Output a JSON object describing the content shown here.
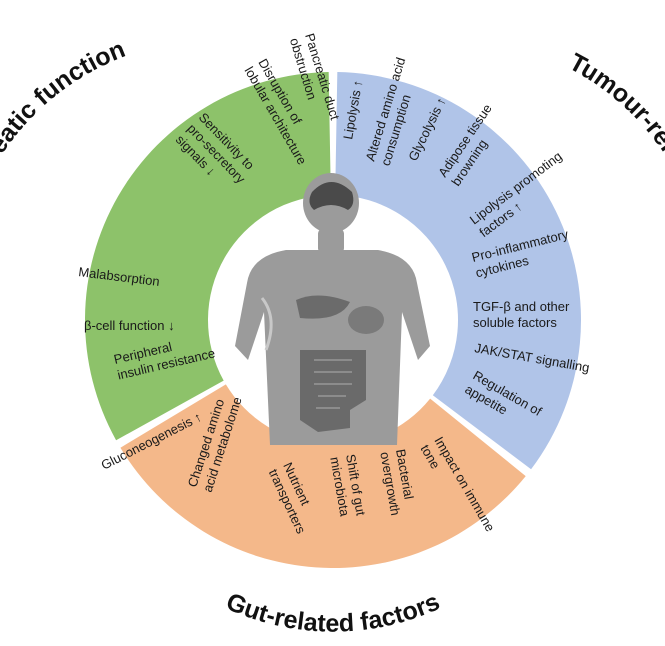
{
  "segments": {
    "pancreatic": {
      "title": "Factors related to pancreatic function",
      "color": "#8dc26a",
      "items": [
        [
          "Pancreatic duct",
          "obstruction"
        ],
        [
          "Disruption of",
          "lobular architecture"
        ],
        [
          "Sensitivity to",
          "pro-secretory",
          "signals ↓"
        ],
        [
          "Malabsorption"
        ],
        [
          "β-cell function ↓"
        ],
        [
          "Peripheral",
          "insulin resistance"
        ],
        [
          "Gluconeogenesis ↑"
        ]
      ]
    },
    "tumour": {
      "title": "Tumour-related systemic factors",
      "color": "#b0c4e8",
      "items": [
        [
          "Lipolysis ↑"
        ],
        [
          "Altered amino acid",
          "consumption"
        ],
        [
          "Glycolysis ↑"
        ],
        [
          "Adipose tissue",
          "browning"
        ],
        [
          "Lipolysis promoting",
          "factors ↑"
        ],
        [
          "Pro-inflammatory",
          "cytokines"
        ],
        [
          "TGF-β and other",
          "soluble factors"
        ],
        [
          "JAK/STAT signalling"
        ],
        [
          "Regulation of",
          "appetite"
        ]
      ]
    },
    "gut": {
      "title": "Gut-related factors",
      "color": "#f4b88a",
      "items": [
        [
          "Changed amino",
          "acid metabolome"
        ],
        [
          "Nutrient",
          "transporters"
        ],
        [
          "Shift of gut",
          "microbiota"
        ],
        [
          "Bacterial",
          "overgrowth"
        ],
        [
          "Impact on immune",
          "tone"
        ]
      ]
    }
  },
  "center_icon": "human-body-organs-icon"
}
